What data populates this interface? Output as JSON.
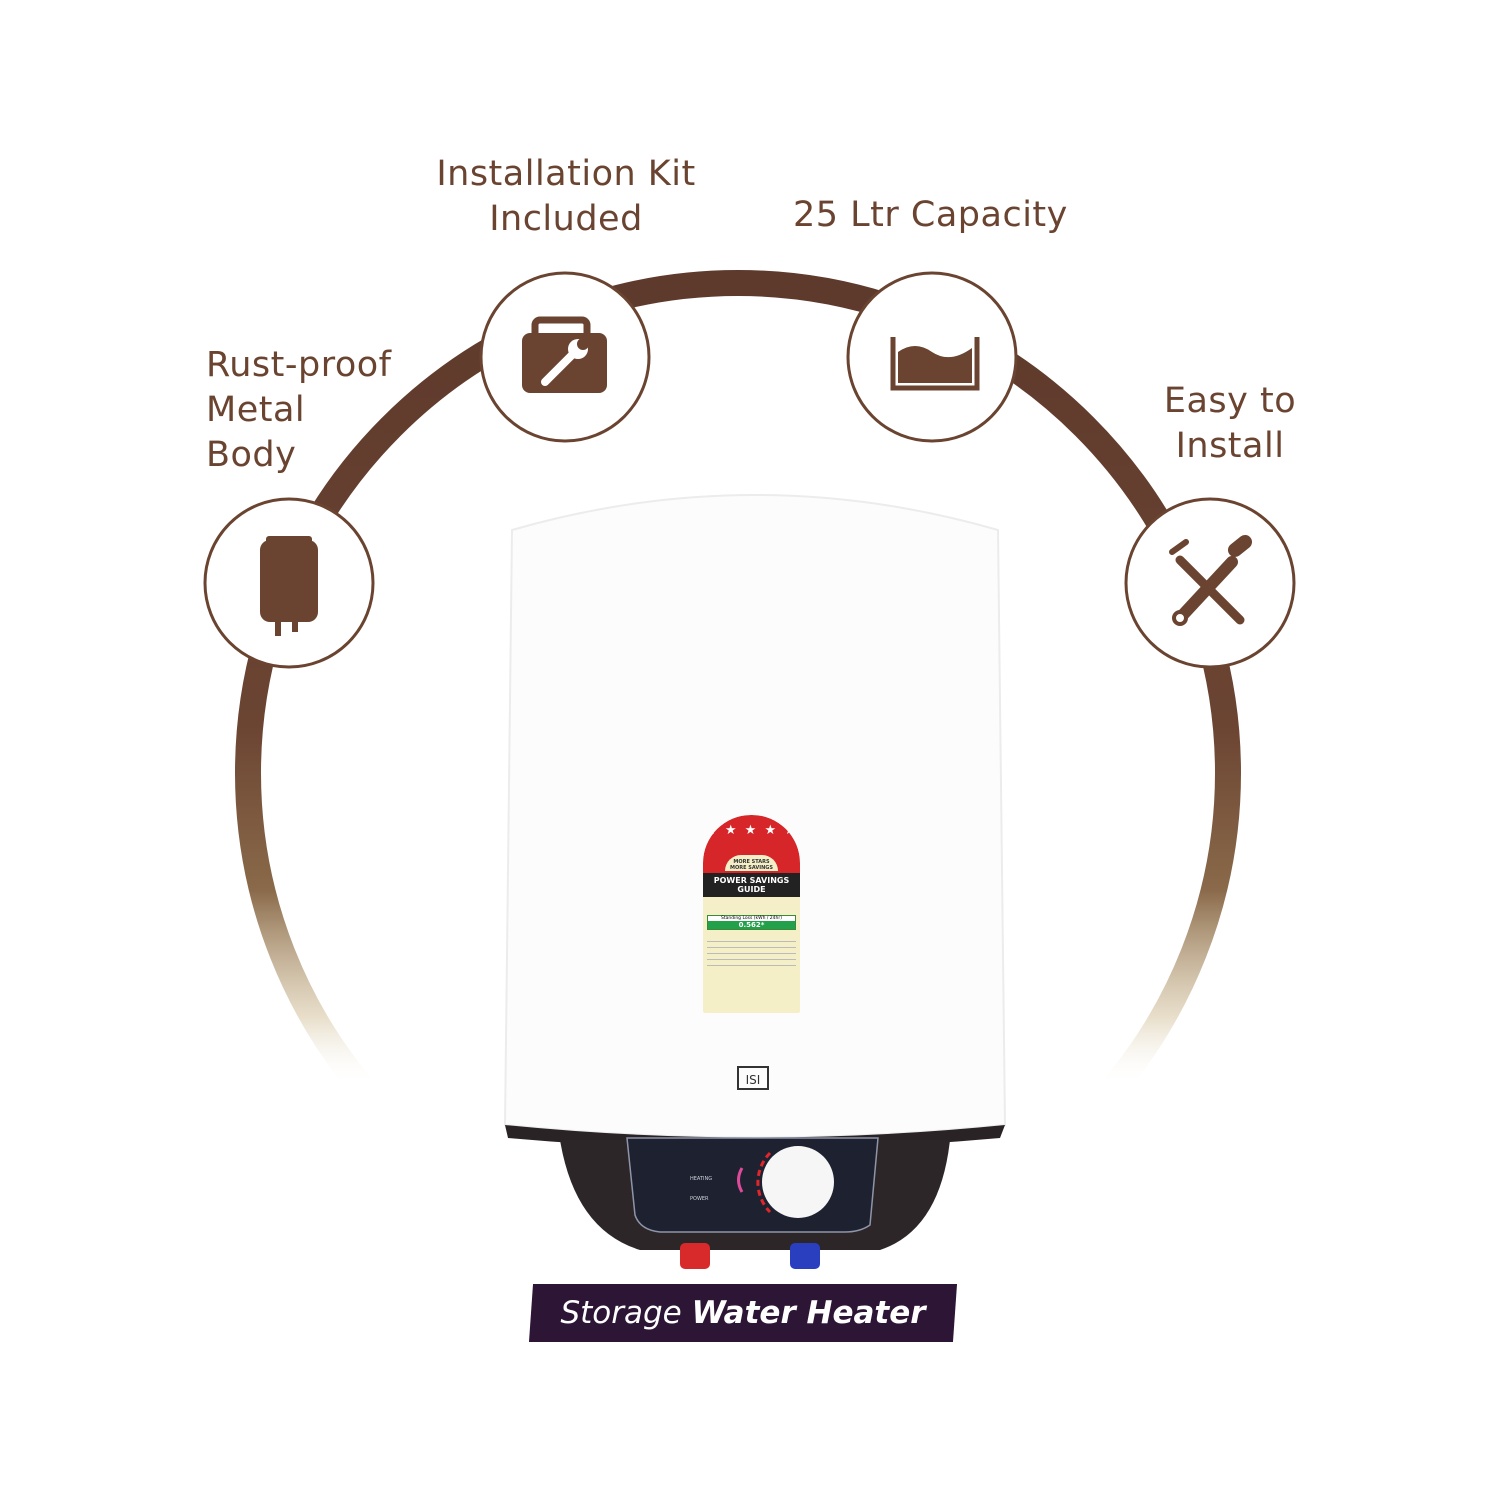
{
  "features": [
    {
      "label": "Installation Kit\nIncluded",
      "line1": "Installation Kit",
      "line2": "Included",
      "icon": "toolbox-wrench-icon"
    },
    {
      "label": "25 Ltr Capacity",
      "icon": "water-container-icon"
    },
    {
      "label": "Rust-proof Metal Body",
      "line1": "Rust-proof",
      "line2": "Metal",
      "line3": "Body",
      "icon": "water-heater-icon"
    },
    {
      "label": "Easy to Install",
      "line1": "Easy to",
      "line2": "Install",
      "icon": "tools-icon"
    }
  ],
  "energy_label": {
    "stars": "★ ★ ★ ★ ★",
    "tagline": "MORE STARS MORE SAVINGS",
    "title": "POWER SAVINGS GUIDE",
    "standing_loss_label": "Standing Loss (kWh / 24hr)",
    "standing_loss_value": "0.562*"
  },
  "control_panel": {
    "heating": "HEATING",
    "power": "POWER"
  },
  "isi_mark": "ISI",
  "banner": {
    "light": "Storage",
    "bold": "Water Heater"
  },
  "colors": {
    "brown": "#6a4430",
    "banner": "#2d1535"
  }
}
